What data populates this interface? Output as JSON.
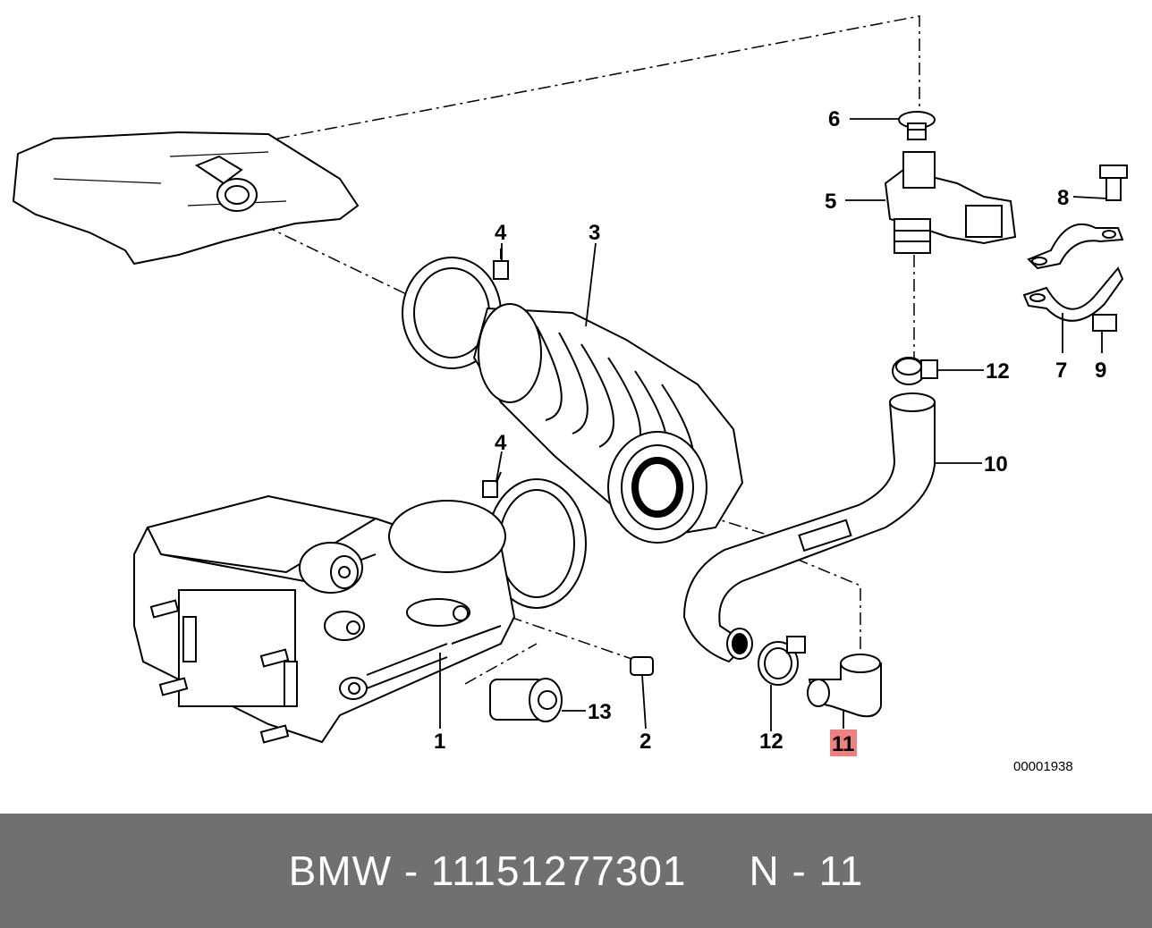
{
  "diagram": {
    "callouts": {
      "c1": "1",
      "c2": "2",
      "c3": "3",
      "c4a": "4",
      "c4b": "4",
      "c5": "5",
      "c6": "6",
      "c7": "7",
      "c8": "8",
      "c9": "9",
      "c10": "10",
      "c11": "11",
      "c12a": "12",
      "c12b": "12",
      "c13": "13"
    },
    "highlight_color": "#f08080",
    "reference_code": "00001938"
  },
  "footer": {
    "part_label": "BMW - 11151277301",
    "position_label": "N - 11"
  }
}
